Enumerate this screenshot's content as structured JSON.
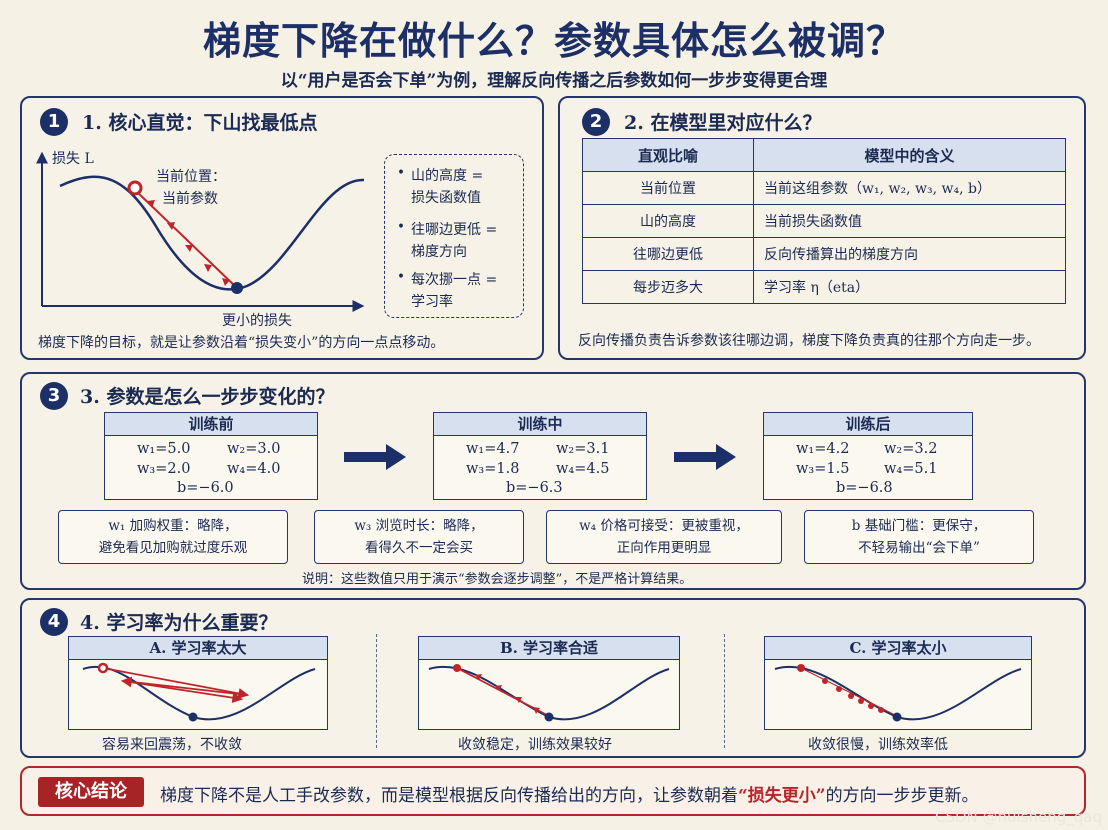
{
  "header": {
    "title": "梯度下降在做什么？参数具体怎么被调？",
    "subtitle": "以“用户是否会下单”为例，理解反向传播之后参数如何一步步变得更合理"
  },
  "panel1": {
    "num": "1",
    "heading": "1. 核心直觉：下山找最低点",
    "ylabel": "损失 L",
    "current_pos_label": "当前位置：",
    "current_param_label": "当前参数",
    "min_label": "更小的损失",
    "legend": [
      "山的高度 =",
      "损失函数值",
      "往哪边更低 =",
      "梯度方向",
      "每次挪一点 =",
      "学习率"
    ],
    "caption": "梯度下降的目标，就是让参数沿着“损失变小”的方向一点点移动。"
  },
  "panel2": {
    "num": "2",
    "heading": "2. 在模型里对应什么？",
    "col_headers": [
      "直观比喻",
      "模型中的含义"
    ],
    "rows": [
      [
        "当前位置",
        "当前这组参数（w₁, w₂, w₃, w₄, b）"
      ],
      [
        "山的高度",
        "当前损失函数值"
      ],
      [
        "往哪边更低",
        "反向传播算出的梯度方向"
      ],
      [
        "每步迈多大",
        "学习率 η（eta）"
      ]
    ],
    "caption": "反向传播负责告诉参数该往哪边调，梯度下降负责真的往那个方向走一步。"
  },
  "panel3": {
    "num": "3",
    "heading": "3. 参数是怎么一步步变化的？",
    "stages": [
      {
        "title": "训练前",
        "w1": "w₁=5.0",
        "w2": "w₂=3.0",
        "w3": "w₃=2.0",
        "w4": "w₄=4.0",
        "b": "b=−6.0"
      },
      {
        "title": "训练中",
        "w1": "w₁=4.7",
        "w2": "w₂=3.1",
        "w3": "w₃=1.8",
        "w4": "w₄=4.5",
        "b": "b=−6.3"
      },
      {
        "title": "训练后",
        "w1": "w₁=4.2",
        "w2": "w₂=3.2",
        "w3": "w₃=1.5",
        "w4": "w₄=5.1",
        "b": "b=−6.8"
      }
    ],
    "notes": [
      {
        "l1": "w₁ 加购权重：略降，",
        "l2": "避免看见加购就过度乐观"
      },
      {
        "l1": "w₃ 浏览时长：略降，",
        "l2": "看得久不一定会买"
      },
      {
        "l1": "w₄ 价格可接受：更被重视，",
        "l2": "正向作用更明显"
      },
      {
        "l1": "b 基础门槛：更保守，",
        "l2": "不轻易输出“会下单”"
      }
    ],
    "disclaimer": "说明：这些数值只用于演示“参数会逐步调整”，不是严格计算结果。"
  },
  "panel4": {
    "num": "4",
    "heading": "4. 学习率为什么重要？",
    "cases": [
      {
        "title": "A. 学习率太大",
        "caption": "容易来回震荡，不收敛"
      },
      {
        "title": "B. 学习率合适",
        "caption": "收敛稳定，训练效果较好"
      },
      {
        "title": "C. 学习率太小",
        "caption": "收敛很慢，训练效率低"
      }
    ]
  },
  "conclusion": {
    "tag": "核心结论",
    "text_a": "梯度下降不是人工手改参数，而是模型根据反向传播给出的方向，让参数朝着",
    "highlight": "“损失更小”",
    "text_b": "的方向一步步更新。"
  },
  "watermark": "CSDN @huisheng_qaq",
  "colors": {
    "navy": "#1c2f66",
    "red": "#c0242b",
    "cream": "#f6f1e5",
    "header_fill": "#d7e0ef"
  }
}
